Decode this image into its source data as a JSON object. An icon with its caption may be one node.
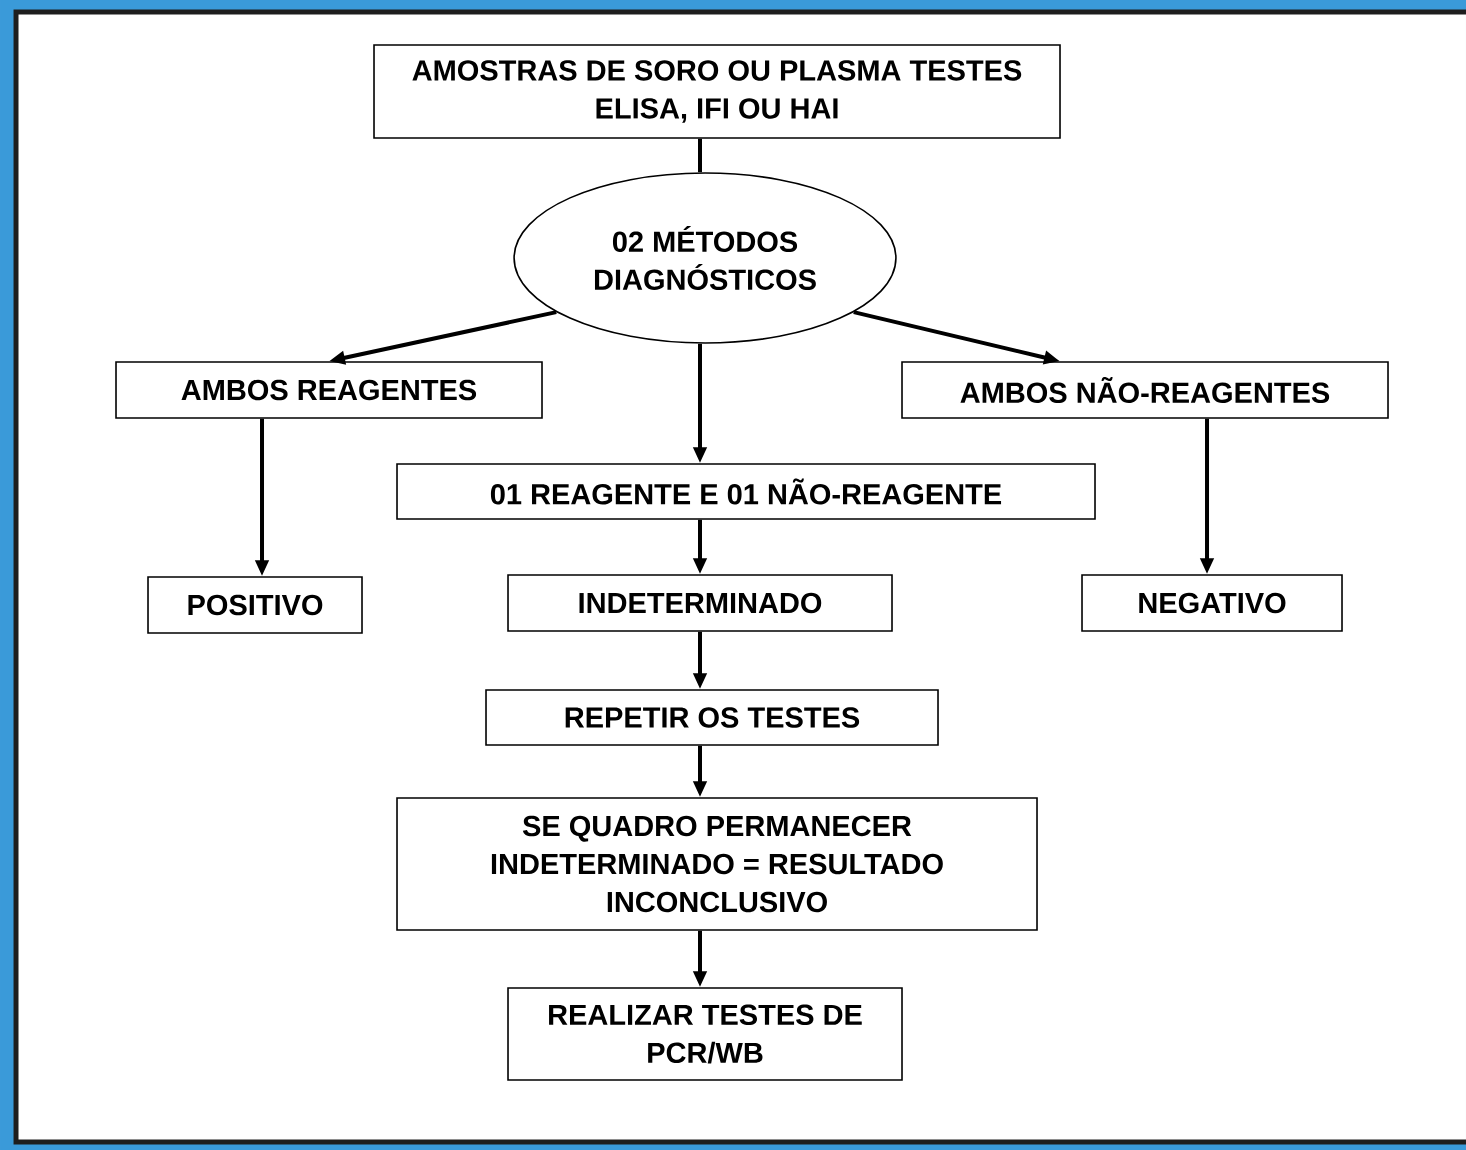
{
  "diagram": {
    "nodes": [
      {
        "text": [
          "AMOSTRAS DE SORO OU PLASMA TESTES ELISA, IFI OU HAI"
        ]
      },
      {
        "text": [
          "02 MÉTODOS DIAGNÓSTICOS"
        ]
      },
      {
        "text": [
          "AMBOS REAGENTES"
        ]
      },
      {
        "text": [
          "AMBOS NÃO-REAGENTES"
        ]
      },
      {
        "text": [
          "01 REAGENTE E 01 NÃO-REAGENTE"
        ]
      },
      {
        "text": [
          "POSITIVO"
        ]
      },
      {
        "text": [
          "INDETERMINADO"
        ]
      },
      {
        "text": [
          "NEGATIVO"
        ]
      },
      {
        "text": [
          "REPETIR OS TESTES"
        ]
      },
      {
        "text": [
          "SE QUADRO PERMANECER INDETERMINADO = RESULTADO INCONCLUSIVO"
        ]
      },
      {
        "text": [
          "REALIZAR TESTES DE PCR/WB"
        ]
      }
    ],
    "edges": [
      {
        "from": 0,
        "to": 1,
        "arrow": "none"
      },
      {
        "from": 1,
        "to": 2,
        "arrow": "to"
      },
      {
        "from": 1,
        "to": 4,
        "arrow": "to"
      },
      {
        "from": 1,
        "to": 3,
        "arrow": "to"
      },
      {
        "from": 2,
        "to": 5,
        "arrow": "to"
      },
      {
        "from": 3,
        "to": 7,
        "arrow": "to"
      },
      {
        "from": 4,
        "to": 6,
        "arrow": "to"
      },
      {
        "from": 6,
        "to": 8,
        "arrow": "to"
      },
      {
        "from": 8,
        "to": 9,
        "arrow": "to"
      },
      {
        "from": 9,
        "to": 10,
        "arrow": "to"
      }
    ]
  }
}
